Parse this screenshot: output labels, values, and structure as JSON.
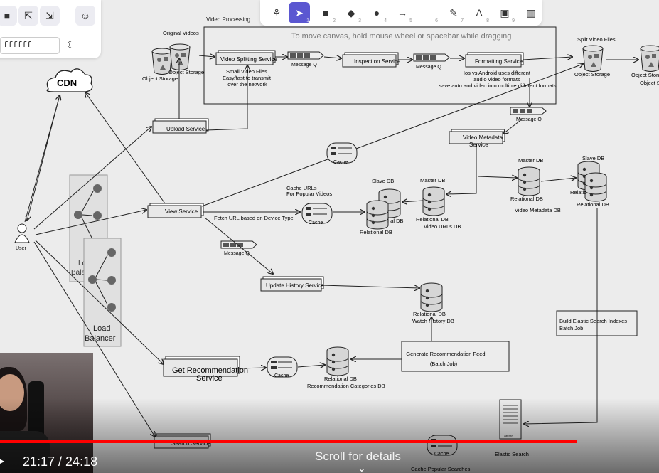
{
  "canvas_hint": "To move canvas, hold mouse wheel or spacebar while dragging",
  "panel": {
    "color_value": "ffffff",
    "icons": [
      "folder-open-icon",
      "export-icon",
      "export-image-icon",
      "collaborate-icon",
      "moon-icon"
    ]
  },
  "toolbar": {
    "tools": [
      {
        "icon": "lock-icon",
        "glyph": "⚘",
        "num": ""
      },
      {
        "icon": "pointer-icon",
        "glyph": "➤",
        "num": "1"
      },
      {
        "icon": "rectangle-icon",
        "glyph": "■",
        "num": "2"
      },
      {
        "icon": "diamond-icon",
        "glyph": "◆",
        "num": "3"
      },
      {
        "icon": "ellipse-icon",
        "glyph": "●",
        "num": "4"
      },
      {
        "icon": "arrow-icon",
        "glyph": "→",
        "num": "5"
      },
      {
        "icon": "line-icon",
        "glyph": "—",
        "num": "6"
      },
      {
        "icon": "pencil-icon",
        "glyph": "✎",
        "num": "7"
      },
      {
        "icon": "text-icon",
        "glyph": "A",
        "num": "8"
      },
      {
        "icon": "image-icon",
        "glyph": "▣",
        "num": "9"
      },
      {
        "icon": "library-icon",
        "glyph": "▥",
        "num": ""
      }
    ]
  },
  "diagram": {
    "group_title": "Video Processing",
    "original_videos": "Original Videos",
    "object_storage": "Object Storage",
    "small_files": [
      "Small Video Files",
      "Easy/fast to transmit",
      "over the network"
    ],
    "format_notes": [
      "Ios vs Android uses different",
      "audio video formats",
      "save auto and video into multiple different formats"
    ],
    "split_video_files": "Split Video Files",
    "object_s": "Object S",
    "cdn": "CDN",
    "user": "User",
    "message_q": "Message Q",
    "cache": "Cache",
    "cache_urls": [
      "Cache URLs",
      "For Popular  Videos"
    ],
    "fetch_url": "Fetch URL based on Device Type",
    "master_db": "Master DB",
    "slave_db": "Slave DB",
    "relational_db": "Relational DB",
    "video_urls_db": "Video URLs DB",
    "video_metadata_db": "Video Metadata DB",
    "watch_history_db": "Watch History DB",
    "reco_categories_db": "Recommendation Categories DB",
    "reco_feed": [
      "Generate Recommendation Feed",
      "(Batch Job)"
    ],
    "elastic_batch": [
      "Build Elastic Search Indexes",
      "Batch Job"
    ],
    "elastic_search": "Elastic Search",
    "server": "Server",
    "cache_popular": "Cache Popular Searches",
    "load_balancer": [
      "Load",
      "Balancer"
    ],
    "services": {
      "video_splitting": "Video Splitting Service",
      "inspection": "Inspection Service",
      "formatting": "Formatting Service",
      "upload": "Upload Service",
      "video_metadata": [
        "Video Metadata",
        "Service"
      ],
      "view": "View Service",
      "update_history": "Update History Service",
      "get_recommendation": [
        "Get Recommendation",
        "Service"
      ],
      "search": "Search Service"
    }
  },
  "player": {
    "time": "21:17 / 24:18",
    "scroll_hint": "Scroll for details",
    "progress": 0.876
  }
}
